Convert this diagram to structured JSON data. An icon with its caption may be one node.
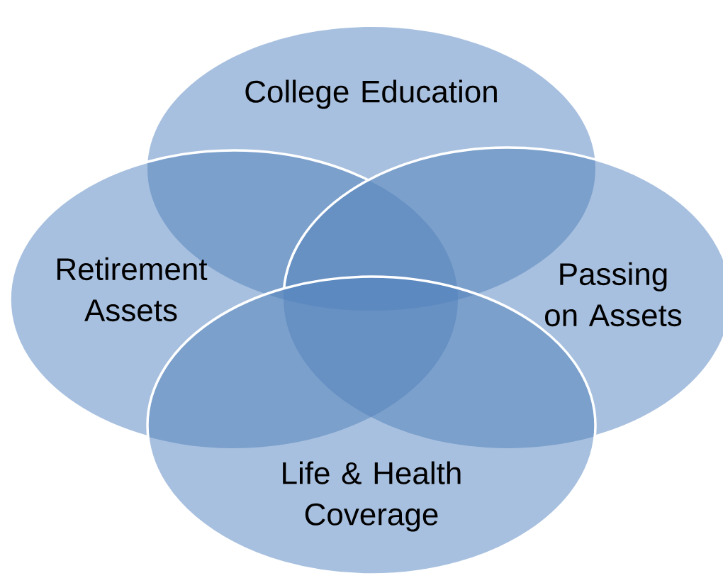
{
  "diagram": {
    "nodes": [
      {
        "text": [
          "College Education"
        ]
      },
      {
        "text": [
          "Retirement Assets"
        ]
      },
      {
        "text": [
          "Passing on Assets"
        ]
      },
      {
        "text": [
          "Life & Health Coverage"
        ]
      }
    ]
  }
}
